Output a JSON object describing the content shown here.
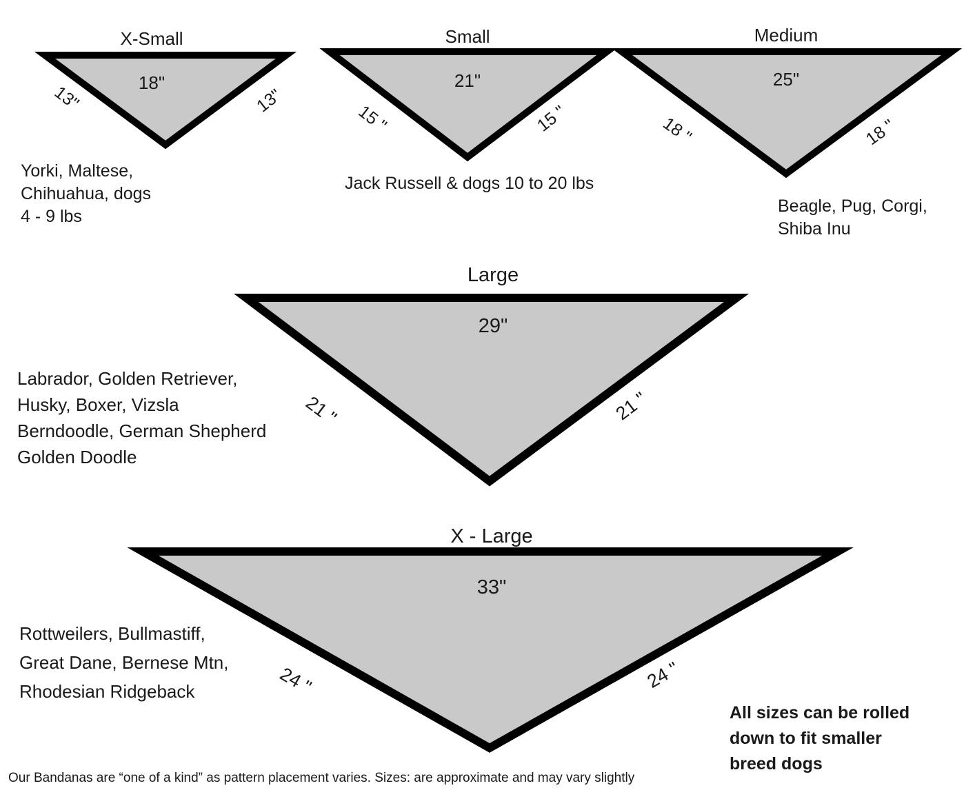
{
  "chart": {
    "sizes": [
      {
        "title": "X-Small",
        "neck": "18\"",
        "left_side": "13\"",
        "right_side": "13\"",
        "breeds": "Yorki, Maltese,\nChihuahua, dogs\n4 - 9 lbs"
      },
      {
        "title": "Small",
        "neck": "21\"",
        "left_side": "15 \"",
        "right_side": "15 \"",
        "breeds": "Jack Russell & dogs 10 to 20 lbs"
      },
      {
        "title": "Medium",
        "neck": "25\"",
        "left_side": "18 \"",
        "right_side": "18 \"",
        "breeds": "Beagle, Pug, Corgi,\nShiba Inu"
      },
      {
        "title": "Large",
        "neck": "29\"",
        "left_side": "21 \"",
        "right_side": "21 \"",
        "breeds": "Labrador, Golden Retriever,\nHusky, Boxer, Vizsla\nBerndoodle, German Shepherd\nGolden Doodle"
      },
      {
        "title": "X - Large",
        "neck": "33\"",
        "left_side": "24 \"",
        "right_side": "24 \"",
        "breeds": "Rottweilers, Bullmastiff,\nGreat Dane, Bernese Mtn,\nRhodesian Ridgeback"
      }
    ],
    "note": "All sizes can be rolled\ndown to fit smaller\nbreed dogs",
    "footer": "Our Bandanas are “one of a kind” as pattern placement varies. Sizes: are approximate and may vary slightly",
    "colors": {
      "triangle_fill": "#c9c9c9",
      "triangle_stroke": "#000000"
    }
  }
}
